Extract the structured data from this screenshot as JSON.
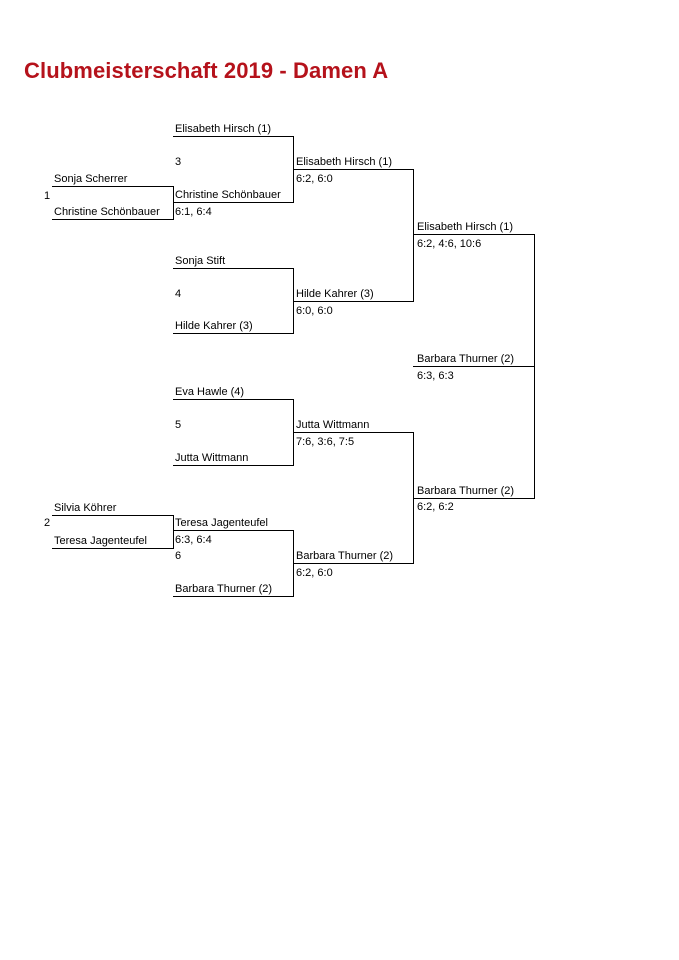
{
  "title": "Clubmeisterschaft 2019 - Damen A",
  "qualifiers": [
    {
      "number": "1",
      "player_a": "Sonja Scherrer",
      "player_b": "Christine Schönbauer"
    },
    {
      "number": "2",
      "player_a": "Silvia Köhrer",
      "player_b": "Teresa Jagenteufel"
    }
  ],
  "round1": [
    {
      "number": "3",
      "player_top": "Elisabeth Hirsch (1)",
      "player_bottom": "Christine Schönbauer",
      "score": "6:1, 6:4"
    },
    {
      "number": "4",
      "player_top": "Sonja Stift",
      "player_bottom": "Hilde Kahrer (3)",
      "score": ""
    },
    {
      "number": "5",
      "player_top": "Eva Hawle (4)",
      "player_bottom": "Jutta Wittmann",
      "score": ""
    },
    {
      "number": "6",
      "player_top": "Teresa Jagenteufel",
      "player_bottom": "Barbara Thurner (2)",
      "score": "6:3, 6:4"
    }
  ],
  "quarterfinals": [
    {
      "winner": "Elisabeth Hirsch (1)",
      "score": "6:2, 6:0"
    },
    {
      "winner": "Hilde Kahrer (3)",
      "score": "6:0, 6:0"
    },
    {
      "winner": "Jutta Wittmann",
      "score": "7:6, 3:6, 7:5"
    },
    {
      "winner": "Barbara Thurner (2)",
      "score": "6:2, 6:0"
    }
  ],
  "semifinals": [
    {
      "winner": "Elisabeth Hirsch (1)",
      "score": "6:2, 4:6, 10:6"
    },
    {
      "winner": "Barbara Thurner (2)",
      "score": "6:2, 6:2"
    }
  ],
  "final": {
    "winner": "Barbara Thurner (2)",
    "score": "6:3, 6:3"
  }
}
